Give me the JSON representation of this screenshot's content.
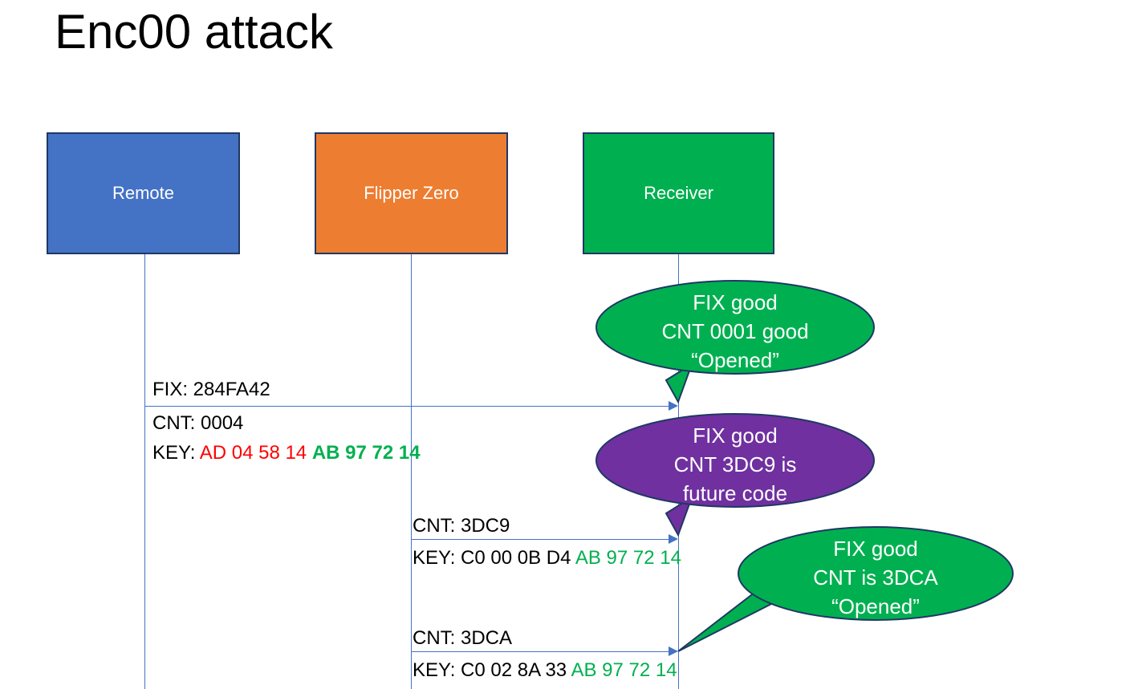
{
  "slide": {
    "title": "Enc00 attack",
    "background": "#ffffff"
  },
  "colors": {
    "remote": "#4472C4",
    "flipper": "#ED7D31",
    "receiver": "#00B050",
    "bubble_good": "#00B050",
    "bubble_future": "#7030A0",
    "lifeline": "#4472C4",
    "key_red": "#FF0000",
    "key_green": "#00B050",
    "text_black": "#000000",
    "box_border": "#1F3864"
  },
  "actors": [
    {
      "id": "remote",
      "label": "Remote"
    },
    {
      "id": "flipper",
      "label": "Flipper Zero"
    },
    {
      "id": "receiver",
      "label": "Receiver"
    }
  ],
  "messages": [
    {
      "id": "msg-1",
      "from": "remote",
      "to": "receiver",
      "above_label": "FIX: 284FA42",
      "below_label_1": "CNT: 0004",
      "key_prefix": "KEY: ",
      "key_first": "AD 04 58 14",
      "key_second": "AB 97 72 14"
    },
    {
      "id": "msg-2",
      "from": "flipper",
      "to": "receiver",
      "above_label": "CNT: 3DC9",
      "key_prefix": "KEY: ",
      "key_first": "C0 00 0B D4",
      "key_second": "AB 97 72 14"
    },
    {
      "id": "msg-3",
      "from": "flipper",
      "to": "receiver",
      "above_label": "CNT: 3DCA",
      "key_prefix": "KEY: ",
      "key_first": "C0 02 8A 33",
      "key_second": "AB 97 72 14"
    }
  ],
  "callouts": [
    {
      "id": "callout-1",
      "color": "green",
      "line1": "FIX good",
      "line2": "CNT 0001 good",
      "line3": "“Opened”"
    },
    {
      "id": "callout-2",
      "color": "purple",
      "line1": "FIX good",
      "line2": "CNT 3DC9 is",
      "line3": "future code"
    },
    {
      "id": "callout-3",
      "color": "green",
      "line1": "FIX good",
      "line2": "CNT is 3DCA",
      "line3": "“Opened”"
    }
  ]
}
